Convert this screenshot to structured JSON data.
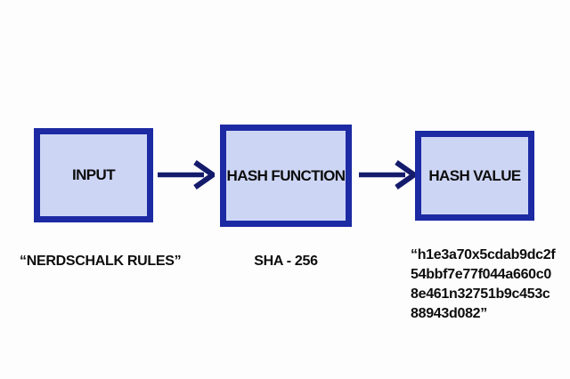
{
  "colors": {
    "background": "#fdfdfd",
    "box_border": "#1c2aa3",
    "box_fill": "#cdd5f5",
    "arrow": "#151b6b",
    "text": "#0d0d0d"
  },
  "nodes": {
    "input": {
      "label": "INPUT",
      "caption": "“NERDSCHALK RULES”"
    },
    "hash_function": {
      "label": "HASH FUNCTION",
      "caption": "SHA - 256"
    },
    "hash_value": {
      "label": "HASH VALUE",
      "caption_lines": [
        "“h1e3a70x5cdab9dc2f",
        "54bbf7e77f044a660c0",
        "8e461n32751b9c453c",
        "88943d082”"
      ]
    }
  },
  "arrows": [
    {
      "name": "input-to-hash-function"
    },
    {
      "name": "hash-function-to-hash-value"
    }
  ]
}
